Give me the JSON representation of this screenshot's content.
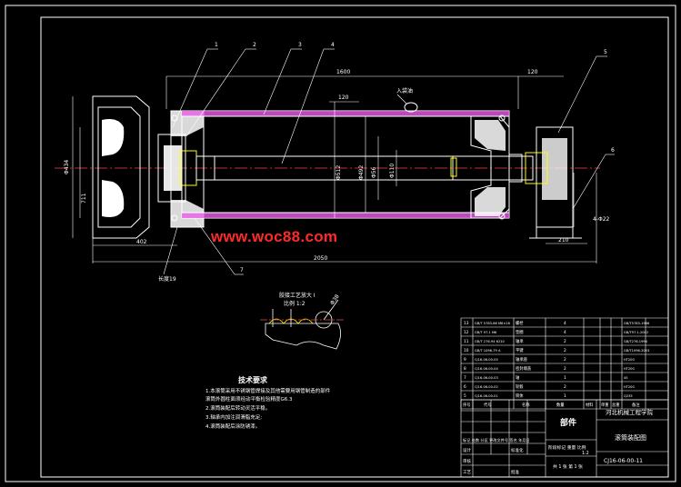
{
  "watermark": "www.woc88.com",
  "dimensions": {
    "len_1600": "1600",
    "len_120_right": "120",
    "len_120_top": "120",
    "len_2050": "2050",
    "len_402": "402",
    "len_210": "210",
    "dia_434": "Φ434",
    "dia_711": "711",
    "dia_512": "Φ512",
    "dia_492": "Φ492",
    "dia_56": "Φ56",
    "dia_110": "Φ110",
    "dia_m22": "4-Φ22",
    "dia_detail": "Φ38"
  },
  "balloons": [
    "1",
    "2",
    "3",
    "4",
    "5",
    "6",
    "7"
  ],
  "left_label": "长度19",
  "part_note": "入袋油",
  "detail_title": "胶接工艺放大 I",
  "detail_sub": "比例 1:2",
  "tech_requirements": {
    "title": "技术要求",
    "lines": [
      "1.本滚筒采用不锈钢管焊接及其他需要用钢管制造的部件",
      "滚筒外圆柱面须经动平衡检验精度G6.3",
      "2.滚筒装配后转动灵活平稳。",
      "3.轴承内加注润滑脂充足;",
      "4.滚筒装配后涂防锈漆。"
    ]
  },
  "bom": [
    [
      "13",
      "GB/T 5783-86 M6×16",
      "螺栓",
      "4",
      "GB/T5783-1986"
    ],
    [
      "12",
      "GB/T 97.1 M6",
      "垫圈",
      "4",
      "GB/T97.1-2002"
    ],
    [
      "11",
      "GB/T 276-94 6210",
      "轴承",
      "2",
      "GB/T276-1994"
    ],
    [
      "10",
      "GB/T 1096-79 A",
      "平键",
      "2",
      "GB/T1096-2003"
    ],
    [
      "9",
      "CJ16-06-00-05",
      "轴承座",
      "2",
      "HT200"
    ],
    [
      "8",
      "CJ16-06-00-04",
      "密封端盖",
      "2",
      "HT200"
    ],
    [
      "7",
      "CJ16-06-00-03",
      "轴",
      "1",
      "45"
    ],
    [
      "6",
      "CJ16-06-00-02",
      "轮毂",
      "2",
      "HT200"
    ],
    [
      "5",
      "CJ16-06-00-01",
      "筒体",
      "1",
      "Q235"
    ]
  ],
  "bom_header": [
    "序号",
    "代号",
    "名称",
    "数量",
    "材料",
    "单重",
    "总重",
    "备注"
  ],
  "title_block": {
    "company": "河北机械工程学院",
    "drawing_kind": "部件",
    "drawing_name": "滚筒装配图",
    "drawing_no": "CJ16-06-00-11",
    "scale_row": "阶段标记 重量 比例",
    "scale": "1:2",
    "sheet": "共 1 张 第 1 张",
    "row_labels": [
      "标记",
      "处数",
      "分区",
      "更改文件号",
      "签名",
      "年月日"
    ],
    "sign_labels": [
      "设计",
      "标准化",
      "审核",
      "工艺",
      "批准"
    ]
  }
}
